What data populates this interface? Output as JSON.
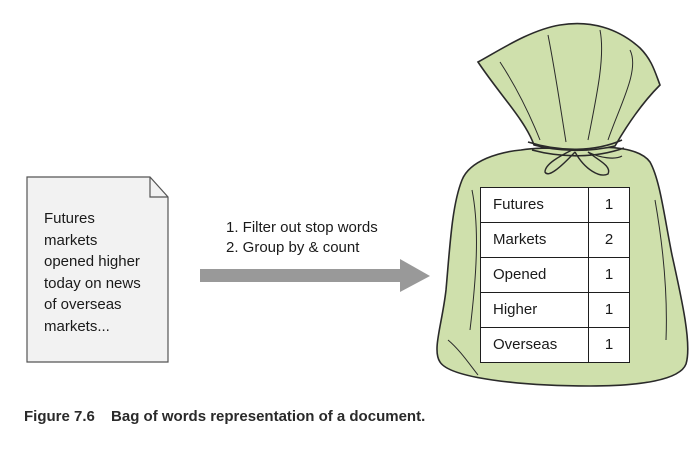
{
  "document": {
    "lines": [
      "Futures",
      "markets",
      "opened higher",
      "today on news",
      "of overseas",
      "markets..."
    ]
  },
  "steps": [
    "1. Filter out stop words",
    "2. Group by & count"
  ],
  "bag": {
    "rows": [
      {
        "word": "Futures",
        "count": "1"
      },
      {
        "word": "Markets",
        "count": "2"
      },
      {
        "word": "Opened",
        "count": "1"
      },
      {
        "word": "Higher",
        "count": "1"
      },
      {
        "word": "Overseas",
        "count": "1"
      }
    ]
  },
  "caption": {
    "number": "Figure 7.6",
    "title": "Bag of words representation of a document."
  },
  "colors": {
    "bag_fill": "#cfe0ac",
    "bag_stroke": "#2a2a2a",
    "document_fill": "#f2f2f2",
    "arrow": "#999999"
  }
}
